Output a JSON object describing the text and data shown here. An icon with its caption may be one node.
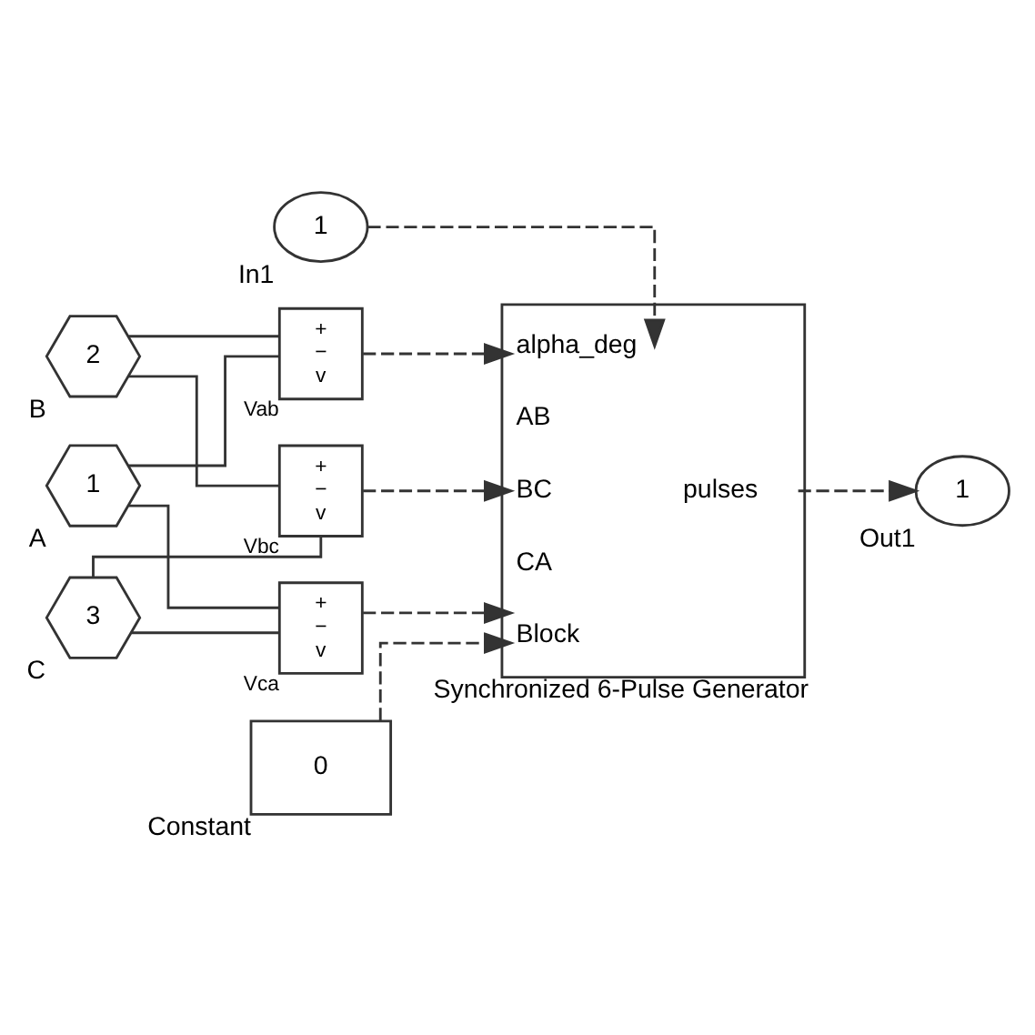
{
  "diagram": {
    "nodes": [
      {
        "text": [
          "1"
        ],
        "beside": [
          "A"
        ]
      },
      {
        "text": [
          "2"
        ],
        "beside": [
          "B"
        ]
      },
      {
        "text": [
          "3"
        ],
        "beside": [
          "C"
        ]
      },
      {
        "text": [
          "+",
          "−",
          "v"
        ],
        "beside": [
          "Vab"
        ]
      },
      {
        "text": [
          "+",
          "−",
          "v"
        ],
        "beside": [
          "Vbc"
        ]
      },
      {
        "text": [
          "+",
          "−",
          "v"
        ],
        "beside": [
          "Vca"
        ]
      },
      {
        "text": [
          "0"
        ],
        "beside": [
          "Constant"
        ]
      },
      {
        "text": [
          "1"
        ],
        "beside": [
          "In1"
        ]
      },
      {
        "text": [
          "alpha_deg",
          "AB",
          "BC",
          "CA",
          "Block",
          "pulses"
        ],
        "beside": [
          "Synchronized 6-Pulse Generator"
        ]
      },
      {
        "text": [
          "1"
        ],
        "beside": [
          "Out1"
        ]
      }
    ],
    "edges": [
      {
        "from": 0,
        "to": 3,
        "arrow": "none"
      },
      {
        "from": 0,
        "to": 5,
        "arrow": "none"
      },
      {
        "from": 1,
        "to": 3,
        "arrow": "none"
      },
      {
        "from": 1,
        "to": 4,
        "arrow": "none"
      },
      {
        "from": 2,
        "to": 4,
        "arrow": "none"
      },
      {
        "from": 2,
        "to": 5,
        "arrow": "none"
      },
      {
        "from": 7,
        "to": 8,
        "arrow": "to",
        "style": "dashed"
      },
      {
        "from": 3,
        "to": 8,
        "arrow": "to",
        "style": "dashed"
      },
      {
        "from": 4,
        "to": 8,
        "arrow": "to",
        "style": "dashed"
      },
      {
        "from": 5,
        "to": 8,
        "arrow": "to",
        "style": "dashed"
      },
      {
        "from": 6,
        "to": 8,
        "arrow": "to",
        "style": "dashed"
      },
      {
        "from": 8,
        "to": 9,
        "arrow": "to",
        "style": "dashed"
      }
    ]
  }
}
